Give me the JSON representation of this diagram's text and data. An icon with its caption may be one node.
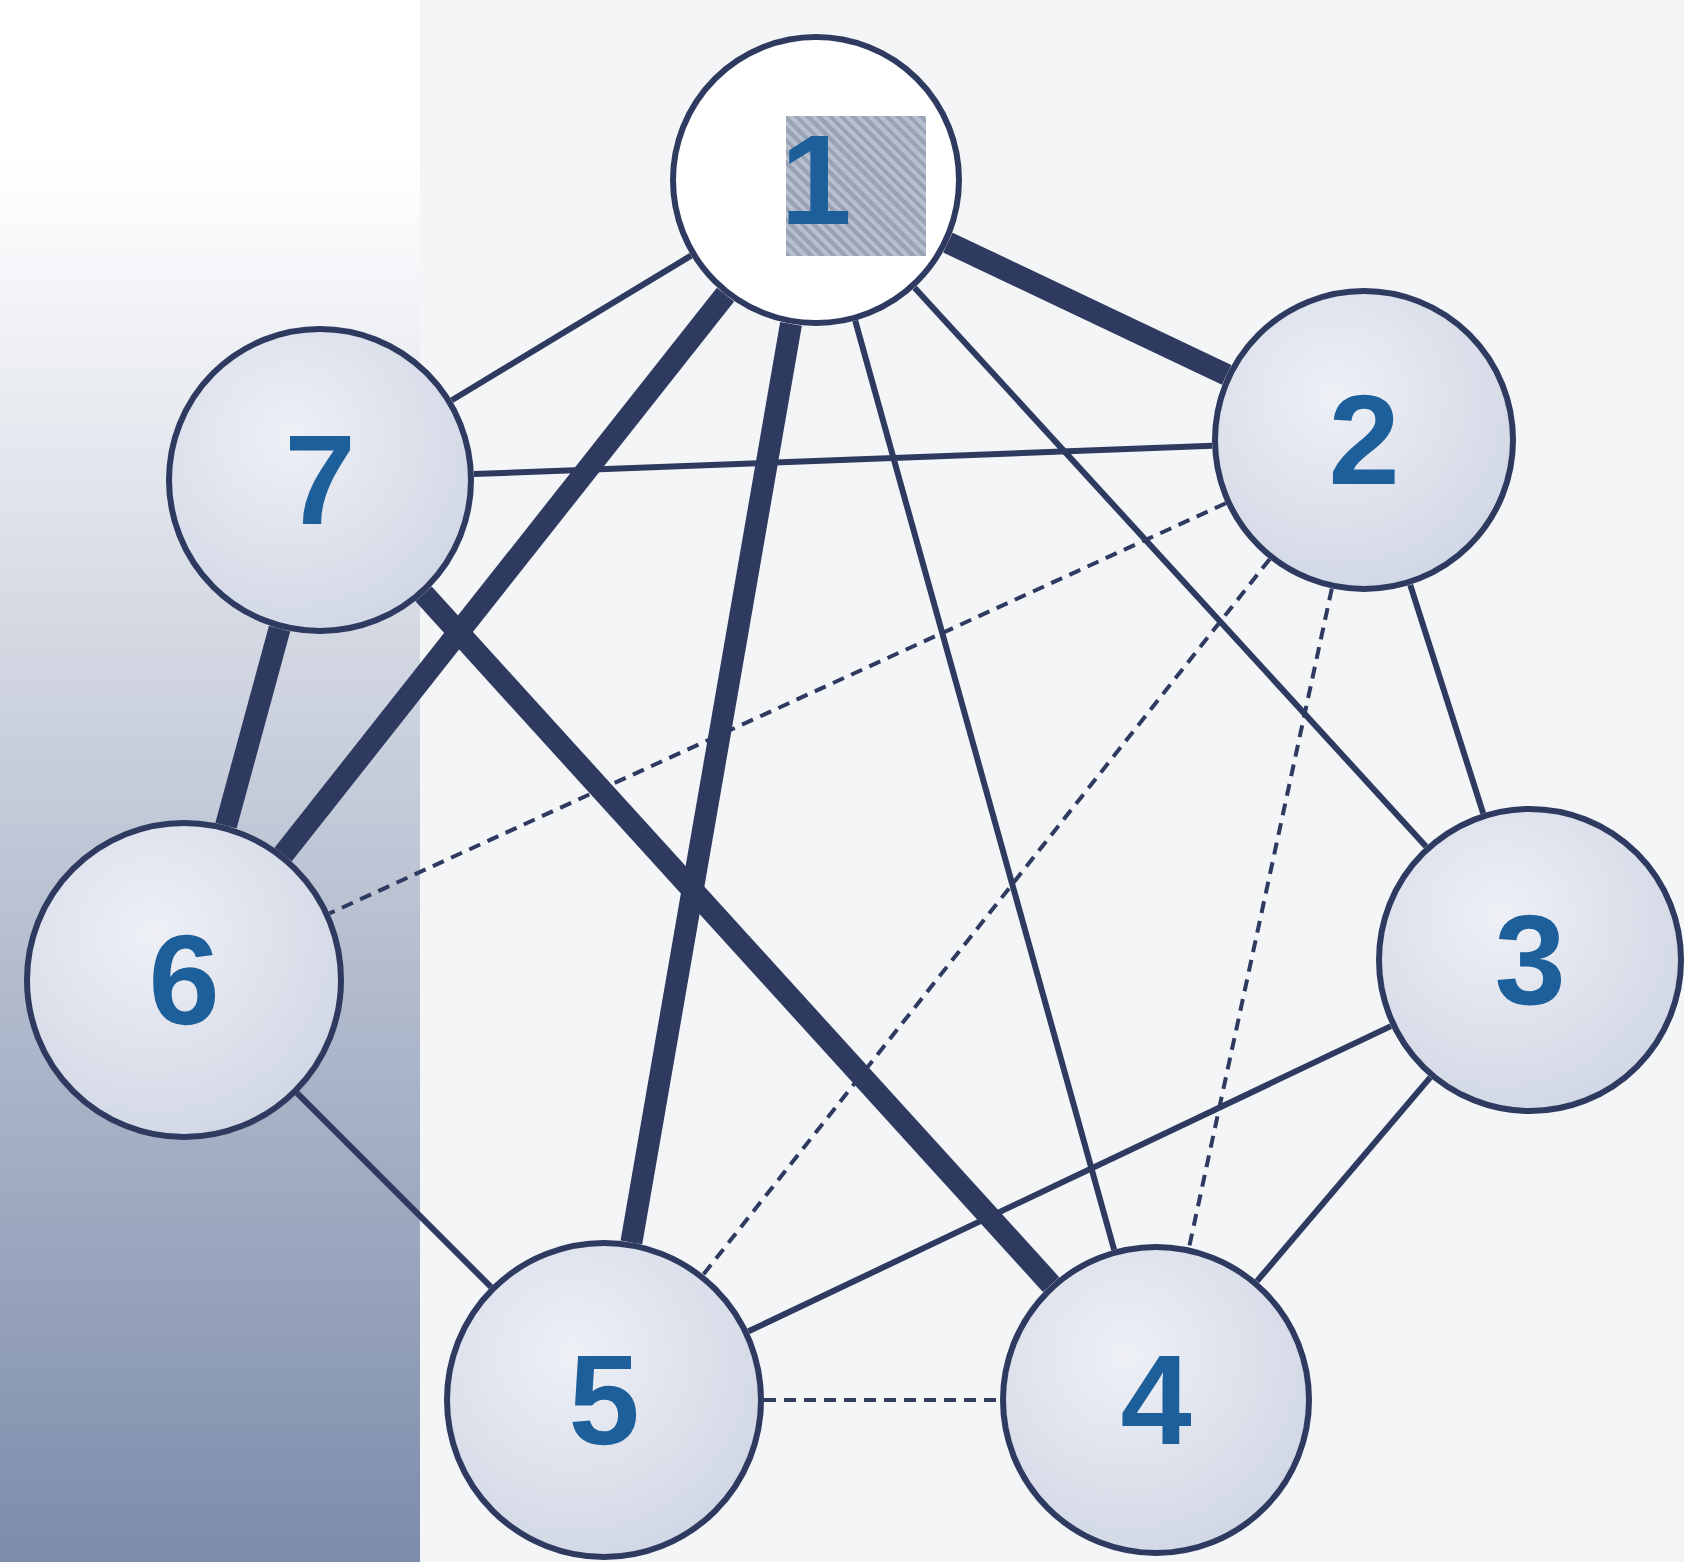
{
  "diagram": {
    "nodes": [
      {
        "text": [
          "1"
        ]
      },
      {
        "text": [
          "2"
        ]
      },
      {
        "text": [
          "3"
        ]
      },
      {
        "text": [
          "4"
        ]
      },
      {
        "text": [
          "5"
        ]
      },
      {
        "text": [
          "6"
        ]
      },
      {
        "text": [
          "7"
        ]
      }
    ],
    "edges": [
      {
        "from": 0,
        "to": 6,
        "arrow": "none"
      },
      {
        "from": 0,
        "to": 1,
        "arrow": "none",
        "style": "thick"
      },
      {
        "from": 0,
        "to": 5,
        "arrow": "none",
        "style": "thick"
      },
      {
        "from": 0,
        "to": 4,
        "arrow": "none",
        "style": "thick"
      },
      {
        "from": 0,
        "to": 3,
        "arrow": "none"
      },
      {
        "from": 0,
        "to": 2,
        "arrow": "none"
      },
      {
        "from": 6,
        "to": 1,
        "arrow": "none"
      },
      {
        "from": 6,
        "to": 5,
        "arrow": "none",
        "style": "thick"
      },
      {
        "from": 6,
        "to": 3,
        "arrow": "none",
        "style": "thick"
      },
      {
        "from": 1,
        "to": 2,
        "arrow": "none"
      },
      {
        "from": 1,
        "to": 5,
        "arrow": "none",
        "style": "dashed"
      },
      {
        "from": 1,
        "to": 4,
        "arrow": "none",
        "style": "dashed"
      },
      {
        "from": 1,
        "to": 3,
        "arrow": "none",
        "style": "dashed"
      },
      {
        "from": 2,
        "to": 4,
        "arrow": "none"
      },
      {
        "from": 2,
        "to": 3,
        "arrow": "none"
      },
      {
        "from": 5,
        "to": 4,
        "arrow": "none"
      },
      {
        "from": 4,
        "to": 3,
        "arrow": "none",
        "style": "dashed"
      }
    ]
  }
}
